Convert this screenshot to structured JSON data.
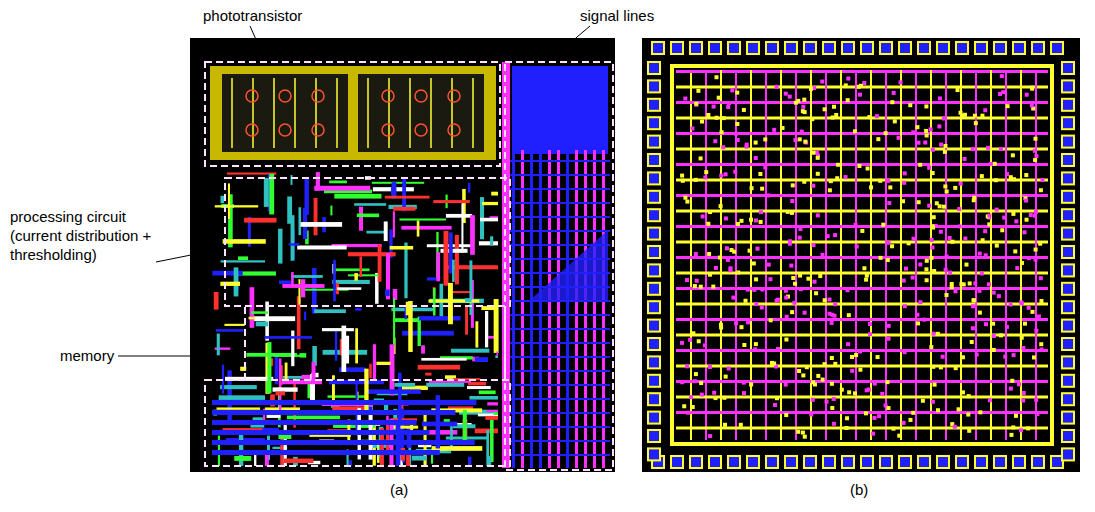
{
  "diagram": {
    "labels": [
      "phototransistor",
      "signal lines",
      "processing circuit (current distribution + thresholding)",
      "memory",
      "(a)",
      "(b)"
    ]
  }
}
